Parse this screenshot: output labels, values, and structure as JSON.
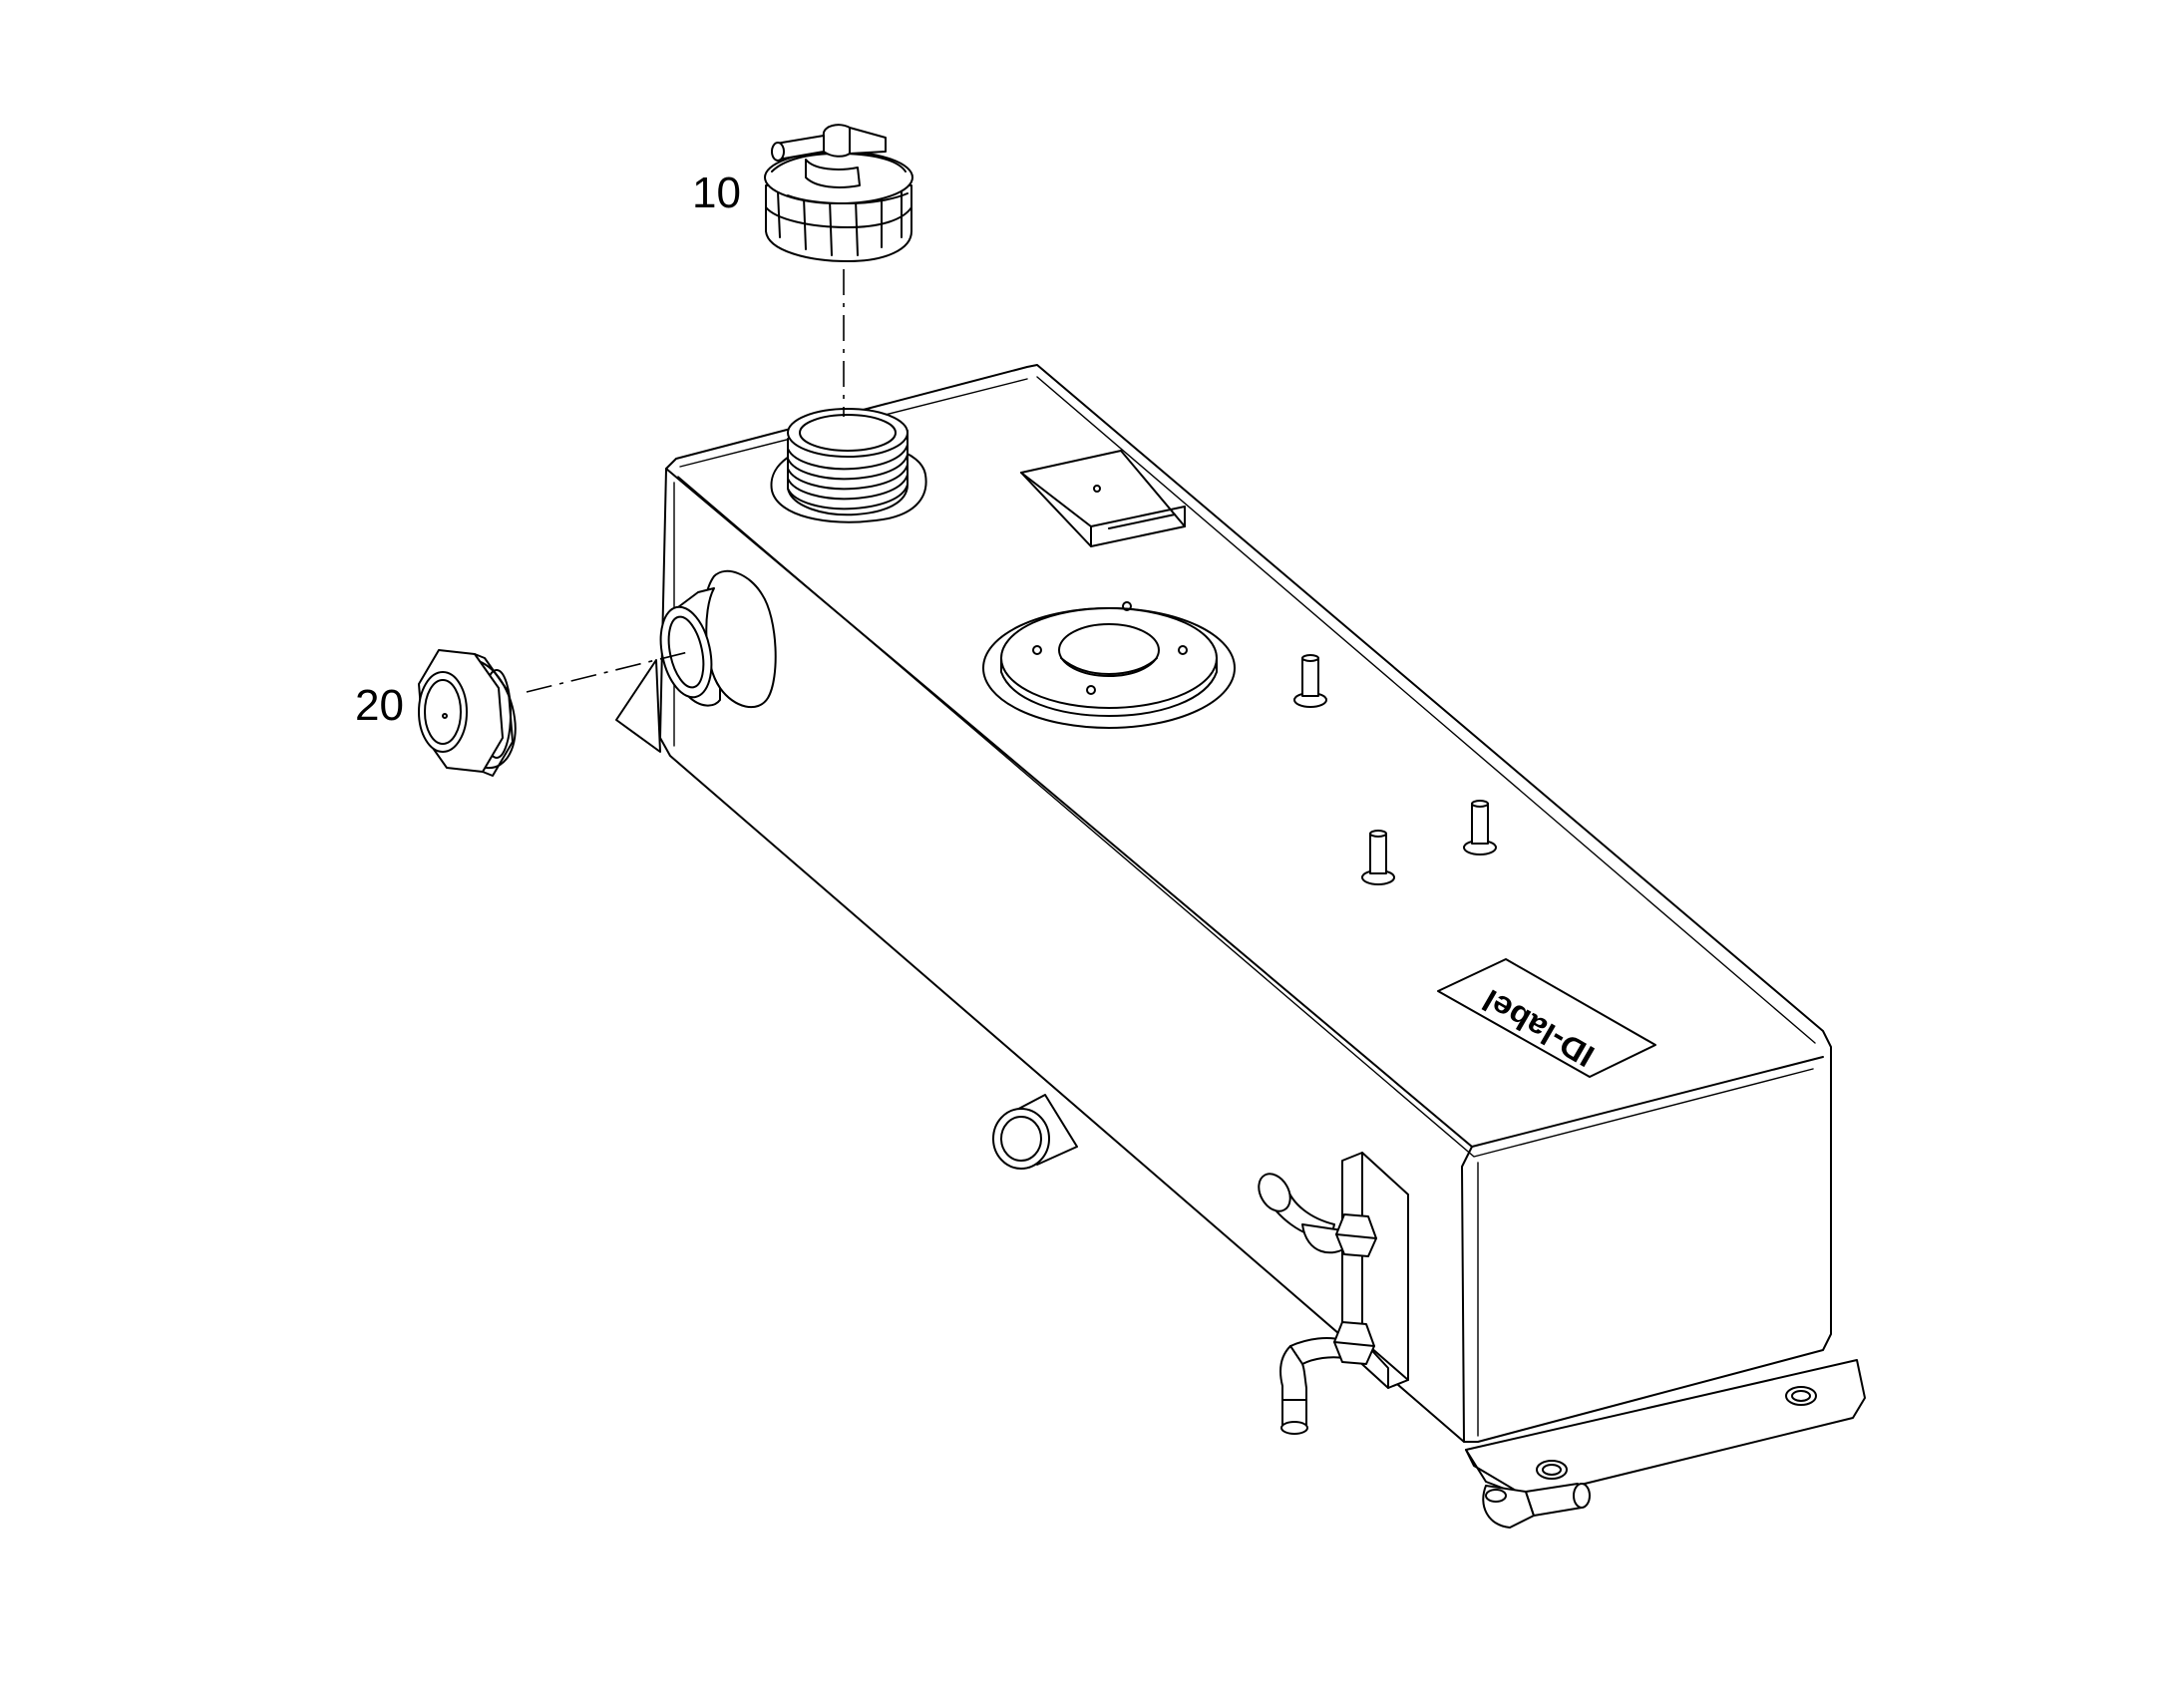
{
  "callouts": [
    {
      "id": "10",
      "label": "10"
    },
    {
      "id": "20",
      "label": "20"
    }
  ],
  "tank_label_text": "ID-label",
  "colors": {
    "line": "#000000",
    "background": "#ffffff"
  }
}
